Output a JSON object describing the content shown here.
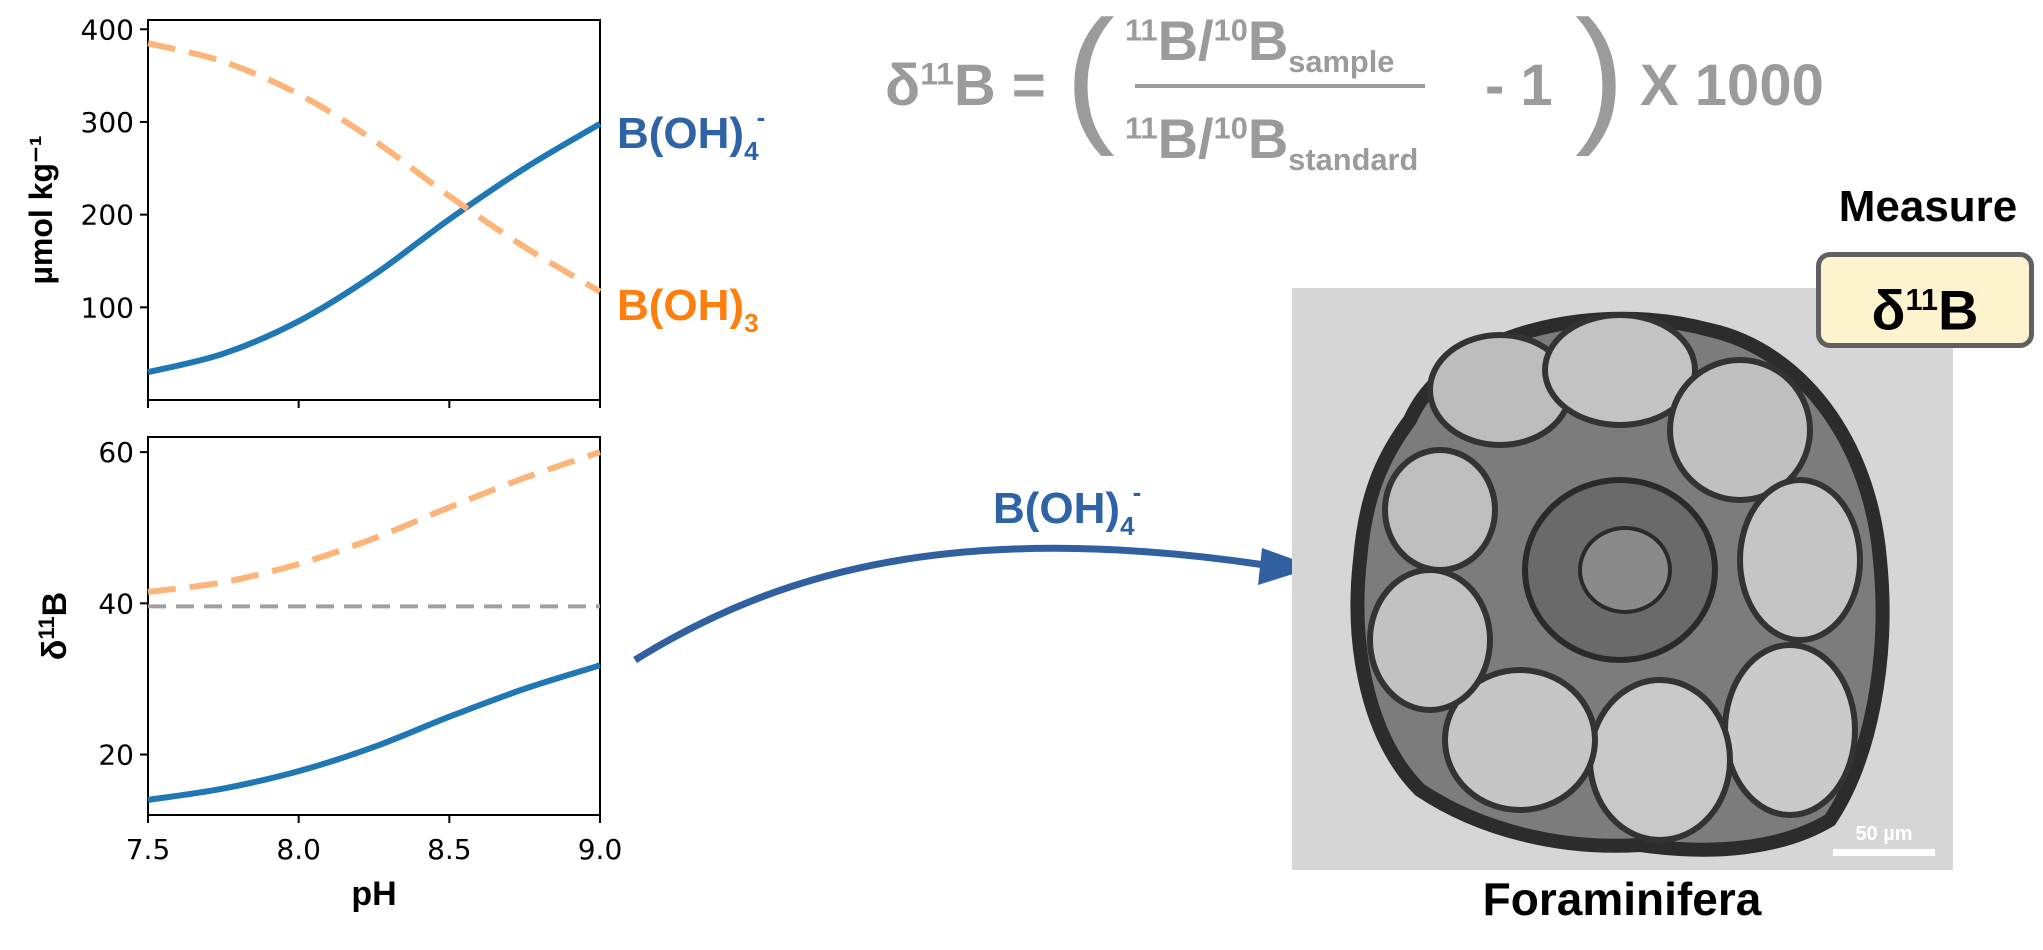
{
  "colors": {
    "borate": "#1f77b4",
    "boric_acid": "#fdb478",
    "boric_acid_label": "#ff7f0e",
    "seawater": "#a0a0a0",
    "arrow": "#3060a0",
    "formula": "#9b9b9b",
    "measure_bg": "#fdf3cf"
  },
  "chart_data": [
    {
      "type": "line",
      "panel": "top",
      "ylabel": "µmol kg⁻¹",
      "xlim": [
        7.5,
        9.0
      ],
      "ylim": [
        0,
        410
      ],
      "yticks": [
        100,
        200,
        300,
        400
      ],
      "ytick_labels": [
        "100",
        "200",
        "300",
        "400"
      ],
      "series": [
        {
          "name": "B(OH)4-",
          "style": "solid",
          "color": "#1f77b4",
          "x": [
            7.5,
            7.75,
            8.0,
            8.25,
            8.5,
            8.75,
            9.0
          ],
          "y": [
            30,
            50,
            85,
            135,
            195,
            250,
            298
          ]
        },
        {
          "name": "B(OH)3",
          "style": "dashed",
          "color": "#fdb478",
          "x": [
            7.5,
            7.75,
            8.0,
            8.25,
            8.5,
            8.75,
            9.0
          ],
          "y": [
            385,
            365,
            330,
            280,
            220,
            165,
            117
          ]
        }
      ]
    },
    {
      "type": "line",
      "panel": "bottom",
      "ylabel": "δ11B",
      "xlabel": "pH",
      "xlim": [
        7.5,
        9.0
      ],
      "ylim": [
        12,
        62
      ],
      "xticks": [
        7.5,
        8.0,
        8.5,
        9.0
      ],
      "xtick_labels": [
        "7.5",
        "8.0",
        "8.5",
        "9.0"
      ],
      "yticks": [
        20,
        40,
        60
      ],
      "ytick_labels": [
        "20",
        "40",
        "60"
      ],
      "series": [
        {
          "style": "solid",
          "color": "#1f77b4",
          "x": [
            7.5,
            7.75,
            8.0,
            8.25,
            8.5,
            8.75,
            9.0
          ],
          "y": [
            14,
            15.5,
            17.8,
            21,
            25,
            28.7,
            31.8
          ]
        },
        {
          "style": "dashed",
          "color": "#fdb478",
          "x": [
            7.5,
            7.75,
            8.0,
            8.25,
            8.5,
            8.75,
            9.0
          ],
          "y": [
            41.5,
            42.8,
            45.2,
            48.6,
            52.7,
            56.6,
            60
          ]
        },
        {
          "style": "dashed",
          "color": "#a0a0a0",
          "x": [
            7.5,
            9.0
          ],
          "y": [
            39.6,
            39.6
          ]
        }
      ]
    }
  ],
  "labels": {
    "borate_sym": "B(OH)",
    "borate_sub": "4",
    "borate_sup": "-",
    "boric_sym": "B(OH)",
    "boric_sub": "3",
    "arrow_sym": "B(OH)",
    "arrow_sub": "4",
    "arrow_sup": "-"
  },
  "formula": {
    "lhs_delta": "δ",
    "lhs_sup": "11",
    "lhs_b": "B =",
    "open_paren": "(",
    "close_paren": ")",
    "num_sup1": "11",
    "num_b1": "B/",
    "num_sup2": "10",
    "num_b2": "B",
    "num_sub": "sample",
    "den_sup1": "11",
    "den_b1": "B/",
    "den_sup2": "10",
    "den_b2": "B",
    "den_sub": "standard",
    "minus": "- 1",
    "times": "X 1000"
  },
  "measure": {
    "title": "Measure",
    "value_delta": "δ",
    "value_sup": "11",
    "value_b": "B"
  },
  "foraminifera": {
    "label": "Foraminifera",
    "scale_bar": "50 µm"
  }
}
